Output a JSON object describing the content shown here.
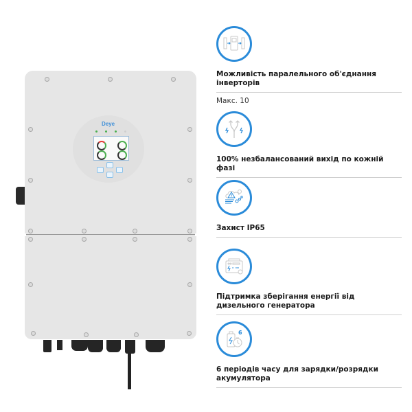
{
  "product": {
    "brand_logo": "Deye",
    "image_alt": "Deye hybrid inverter",
    "panel_labels": [
      "",
      "",
      "",
      ""
    ]
  },
  "accent_color": "#2a8bd9",
  "features": [
    {
      "icon": "parallel-inverters-icon",
      "title": "Можливість паралельного об'єднання інверторів",
      "subtitle": "Макс. 10"
    },
    {
      "icon": "unbalanced-output-icon",
      "title": "100% незбалансований вихід по кожній фазі",
      "subtitle": ""
    },
    {
      "icon": "weather-protection-icon",
      "title": "Захист IP65",
      "subtitle": ""
    },
    {
      "icon": "diesel-generator-icon",
      "title": "Підтримка зберігання енергії від дизельного генератора",
      "subtitle": ""
    },
    {
      "icon": "battery-timer-icon",
      "icon_badge": "6",
      "title": "6 періодів часу для зарядки/розрядки акумулятора",
      "subtitle": ""
    }
  ]
}
